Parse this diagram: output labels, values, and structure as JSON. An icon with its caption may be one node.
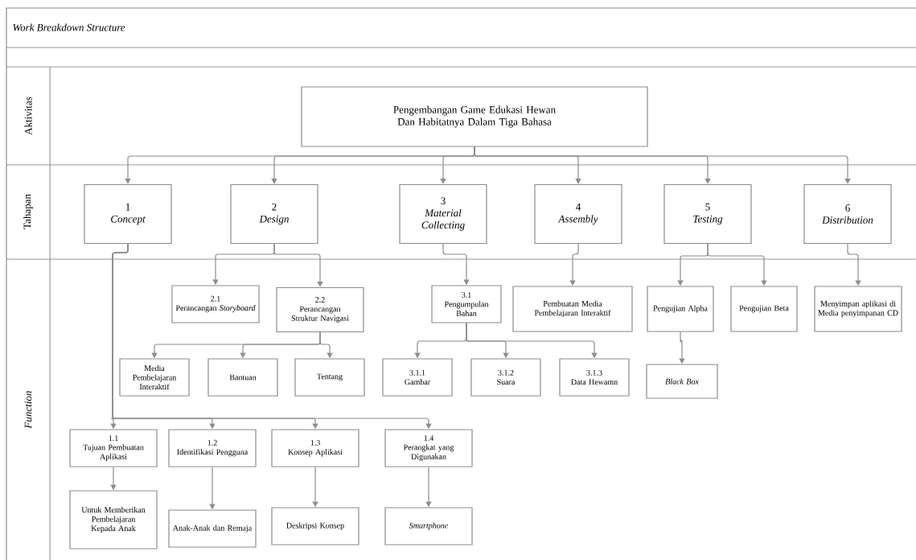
{
  "diagram": {
    "title": "Work Breakdown Structure",
    "nodes": [
      {
        "text": [
          "Pengembangan Game Edukasi Hewan Dan Habitatnya Dalam Tiga Bahasa"
        ]
      },
      {
        "text": [
          "1",
          "Concept"
        ]
      },
      {
        "text": [
          "2",
          "Design"
        ]
      },
      {
        "text": [
          "3",
          "Material Collecting"
        ]
      },
      {
        "text": [
          "4",
          "Assembly"
        ]
      },
      {
        "text": [
          "5",
          "Testing"
        ]
      },
      {
        "text": [
          "6",
          "Distribution"
        ]
      },
      {
        "text": [
          "2.1",
          "Perancangan *Storyboard*"
        ]
      },
      {
        "text": [
          "2.2",
          "Perancangan Struktur Navigasi"
        ]
      },
      {
        "text": [
          "3.1",
          "Pengumpulan Bahan"
        ]
      },
      {
        "text": [
          "Pembuatan Media Pembelajaran Interaktif"
        ]
      },
      {
        "text": [
          "Pengujian Alpha"
        ]
      },
      {
        "text": [
          "Pengujian Beta"
        ]
      },
      {
        "text": [
          "Menyimpan aplikasi di Media penyimpanan CD"
        ]
      },
      {
        "text": [
          "Media Pembelajaran Interaktif"
        ]
      },
      {
        "text": [
          "Bantuan"
        ]
      },
      {
        "text": [
          "Tentang"
        ]
      },
      {
        "text": [
          "3.1.1",
          "Gambar"
        ]
      },
      {
        "text": [
          "3.1.2",
          "Suara"
        ]
      },
      {
        "text": [
          "3.1.3",
          "Data Hewamn"
        ]
      },
      {
        "text": [
          "Black Box"
        ]
      },
      {
        "text": [
          "1.1",
          "Tujuan Pembuatan Aplikasi"
        ]
      },
      {
        "text": [
          "1.2",
          "Identifikasi Pengguna"
        ]
      },
      {
        "text": [
          "1.3",
          "Konsep Aplikasi"
        ]
      },
      {
        "text": [
          "1.4",
          "Perangkat yang Digunakan"
        ]
      },
      {
        "text": [
          "Untuk Memberikan Pembelajaran Kepada Anak"
        ]
      },
      {
        "text": [
          "Anak-Anak dan Remaja"
        ]
      },
      {
        "text": [
          "Deskripsi Konsep"
        ]
      },
      {
        "text": [
          "Smartphone"
        ]
      }
    ],
    "edges": [
      {
        "from": 0,
        "to": 1,
        "arrow": "to"
      },
      {
        "from": 0,
        "to": 2,
        "arrow": "to"
      },
      {
        "from": 0,
        "to": 3,
        "arrow": "to"
      },
      {
        "from": 0,
        "to": 4,
        "arrow": "to"
      },
      {
        "from": 0,
        "to": 5,
        "arrow": "to"
      },
      {
        "from": 0,
        "to": 6,
        "arrow": "to"
      },
      {
        "from": 2,
        "to": 7,
        "arrow": "to"
      },
      {
        "from": 2,
        "to": 8,
        "arrow": "to"
      },
      {
        "from": 3,
        "to": 9,
        "arrow": "to"
      },
      {
        "from": 4,
        "to": 10,
        "arrow": "to"
      },
      {
        "from": 5,
        "to": 11,
        "arrow": "to"
      },
      {
        "from": 5,
        "to": 12,
        "arrow": "to"
      },
      {
        "from": 6,
        "to": 13,
        "arrow": "to"
      },
      {
        "from": 8,
        "to": 14,
        "arrow": "to"
      },
      {
        "from": 8,
        "to": 15,
        "arrow": "to"
      },
      {
        "from": 8,
        "to": 16,
        "arrow": "to"
      },
      {
        "from": 9,
        "to": 17,
        "arrow": "to"
      },
      {
        "from": 9,
        "to": 18,
        "arrow": "to"
      },
      {
        "from": 9,
        "to": 19,
        "arrow": "to"
      },
      {
        "from": 11,
        "to": 20,
        "arrow": "to"
      },
      {
        "from": 1,
        "to": 21,
        "arrow": "to"
      },
      {
        "from": 1,
        "to": 22,
        "arrow": "to"
      },
      {
        "from": 1,
        "to": 23,
        "arrow": "to"
      },
      {
        "from": 1,
        "to": 24,
        "arrow": "to"
      },
      {
        "from": 21,
        "to": 25,
        "arrow": "to"
      },
      {
        "from": 22,
        "to": 26,
        "arrow": "to"
      },
      {
        "from": 23,
        "to": 27,
        "arrow": "to"
      },
      {
        "from": 24,
        "to": 28,
        "arrow": "to"
      }
    ],
    "labels": [
      "Aktivitas",
      "Tahapan",
      "Function"
    ]
  }
}
